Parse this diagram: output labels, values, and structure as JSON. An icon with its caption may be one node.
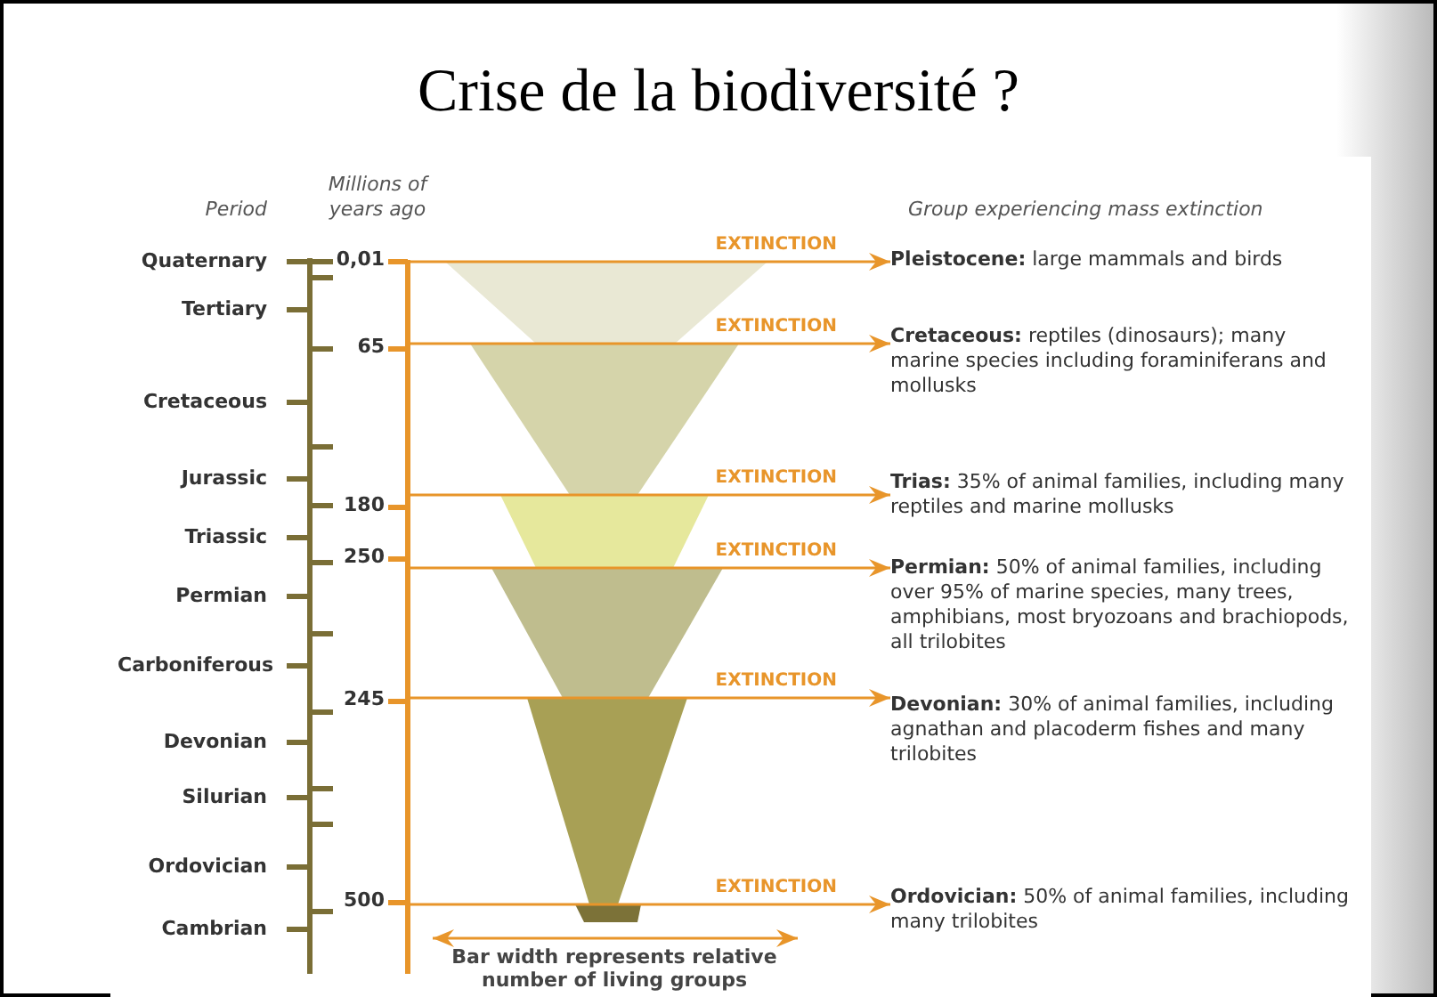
{
  "diagram": {
    "title": "Crise de la biodiversité ?",
    "nodes": [
      {
        "text": [
          "**Pleistocene:** large mammals and birds"
        ]
      },
      {
        "text": [
          "**Cretaceous:** reptiles (dinosaurs); many marine species including foraminiferans and mollusks"
        ]
      },
      {
        "text": [
          "**Trias:** 35% of animal families, including many reptiles and marine mollusks"
        ]
      },
      {
        "text": [
          "**Permian:** 50% of animal families, including over 95% of marine species, many trees, amphibians, most bryozoans and brachiopods, all trilobites"
        ]
      },
      {
        "text": [
          "**Devonian:** 30% of animal families, including agnathan and placoderm fishes and many trilobites"
        ]
      },
      {
        "text": [
          "**Ordovician:** 50% of animal families, including many trilobites"
        ]
      },
      {
        "text": [],
        "shape": "bar"
      }
    ],
    "edges": [
      {
        "from": 6,
        "to": 0,
        "arrow": "to",
        "label": "EXTINCTION"
      },
      {
        "from": 6,
        "to": 1,
        "arrow": "to",
        "label": "EXTINCTION"
      },
      {
        "from": 6,
        "to": 2,
        "arrow": "to",
        "label": "EXTINCTION"
      },
      {
        "from": 6,
        "to": 3,
        "arrow": "to",
        "label": "EXTINCTION"
      },
      {
        "from": 6,
        "to": 4,
        "arrow": "to",
        "label": "EXTINCTION"
      },
      {
        "from": 6,
        "to": 5,
        "arrow": "to",
        "label": "EXTINCTION"
      }
    ],
    "labels": [
      "Period",
      "Millions of years ago",
      "Group experiencing mass extinction",
      "Quaternary",
      "Tertiary",
      "Cretaceous",
      "Jurassic",
      "Triassic",
      "Permian",
      "Carboniferous",
      "Devonian",
      "Silurian",
      "Ordovician",
      "Cambrian",
      "0,01",
      "65",
      "180",
      "250",
      "245",
      "500",
      "Bar width represents relative number of living groups"
    ]
  }
}
